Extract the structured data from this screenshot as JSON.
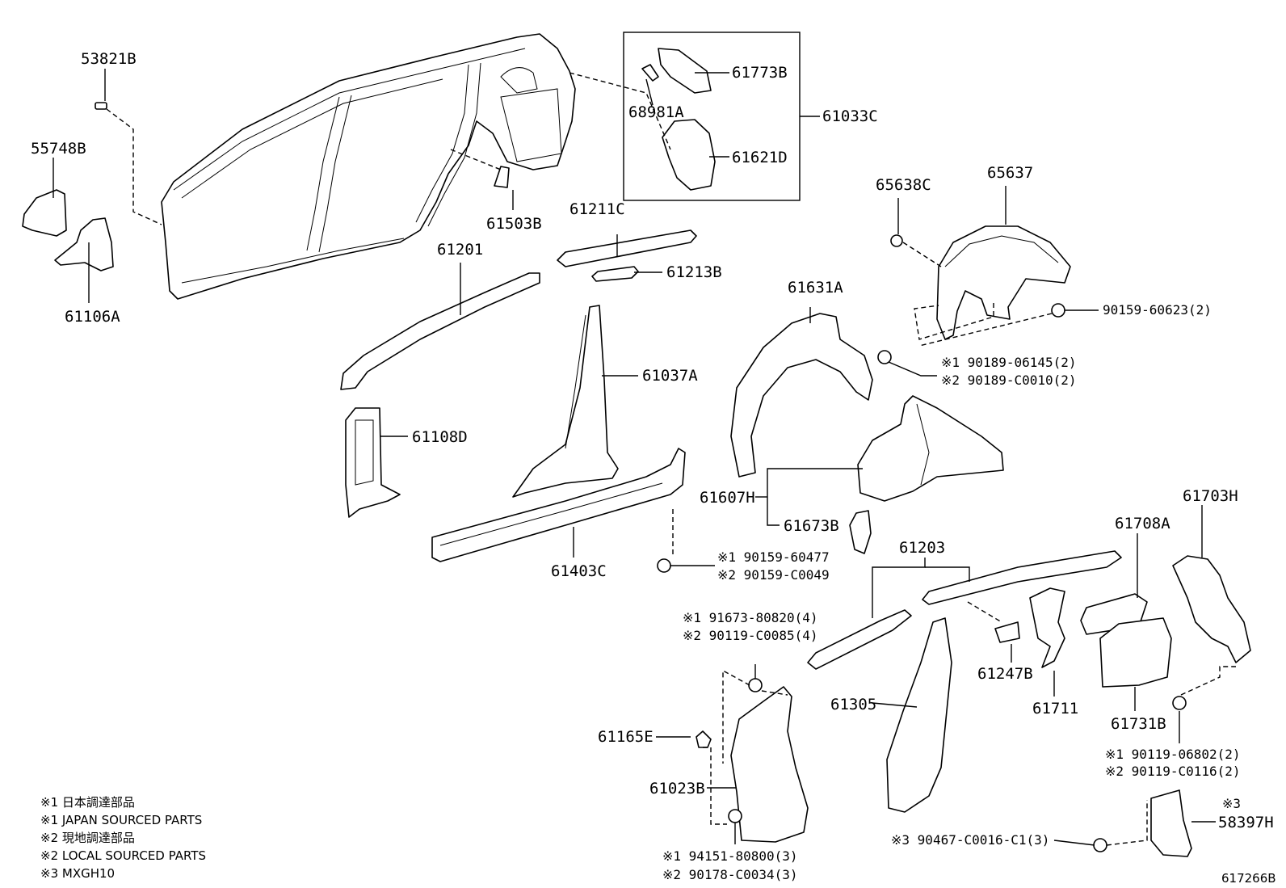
{
  "parts": {
    "p53821B": "53821B",
    "p55748B": "55748B",
    "p61106A": "61106A",
    "p61503B": "61503B",
    "p61773B": "61773B",
    "p68981A": "68981A",
    "p61033C": "61033C",
    "p61621D": "61621D",
    "p65638C": "65638C",
    "p65637": "65637",
    "p61211C": "61211C",
    "p61201": "61201",
    "p61213B": "61213B",
    "p61631A": "61631A",
    "p61037A": "61037A",
    "p61108D": "61108D",
    "p61607H": "61607H",
    "p61673B": "61673B",
    "p61403C": "61403C",
    "p61203": "61203",
    "p61708A": "61708A",
    "p61703H": "61703H",
    "p61247B": "61247B",
    "p61305": "61305",
    "p61711": "61711",
    "p61731B": "61731B",
    "p61165E": "61165E",
    "p61023B": "61023B",
    "p58397H": "58397H"
  },
  "fasteners": {
    "f1": "90159-60623(2)",
    "f2a": "※1 90189-06145(2)",
    "f2b": "※2 90189-C0010(2)",
    "f3a": "※1 90159-60477",
    "f3b": "※2 90159-C0049",
    "f4a": "※1 91673-80820(4)",
    "f4b": "※2 90119-C0085(4)",
    "f5a": "※1 90119-06802(2)",
    "f5b": "※2 90119-C0116(2)",
    "f6a": "※1 94151-80800(3)",
    "f6b": "※2 90178-C0034(3)",
    "f7": "※3 90467-C0016-C1(3)",
    "f8": "※3"
  },
  "legend": [
    "※1 日本調達部品",
    "※1 JAPAN SOURCED PARTS",
    "※2 現地調達部品",
    "※2 LOCAL SOURCED PARTS",
    "※3 MXGH10"
  ],
  "diagram_id": "617266B"
}
